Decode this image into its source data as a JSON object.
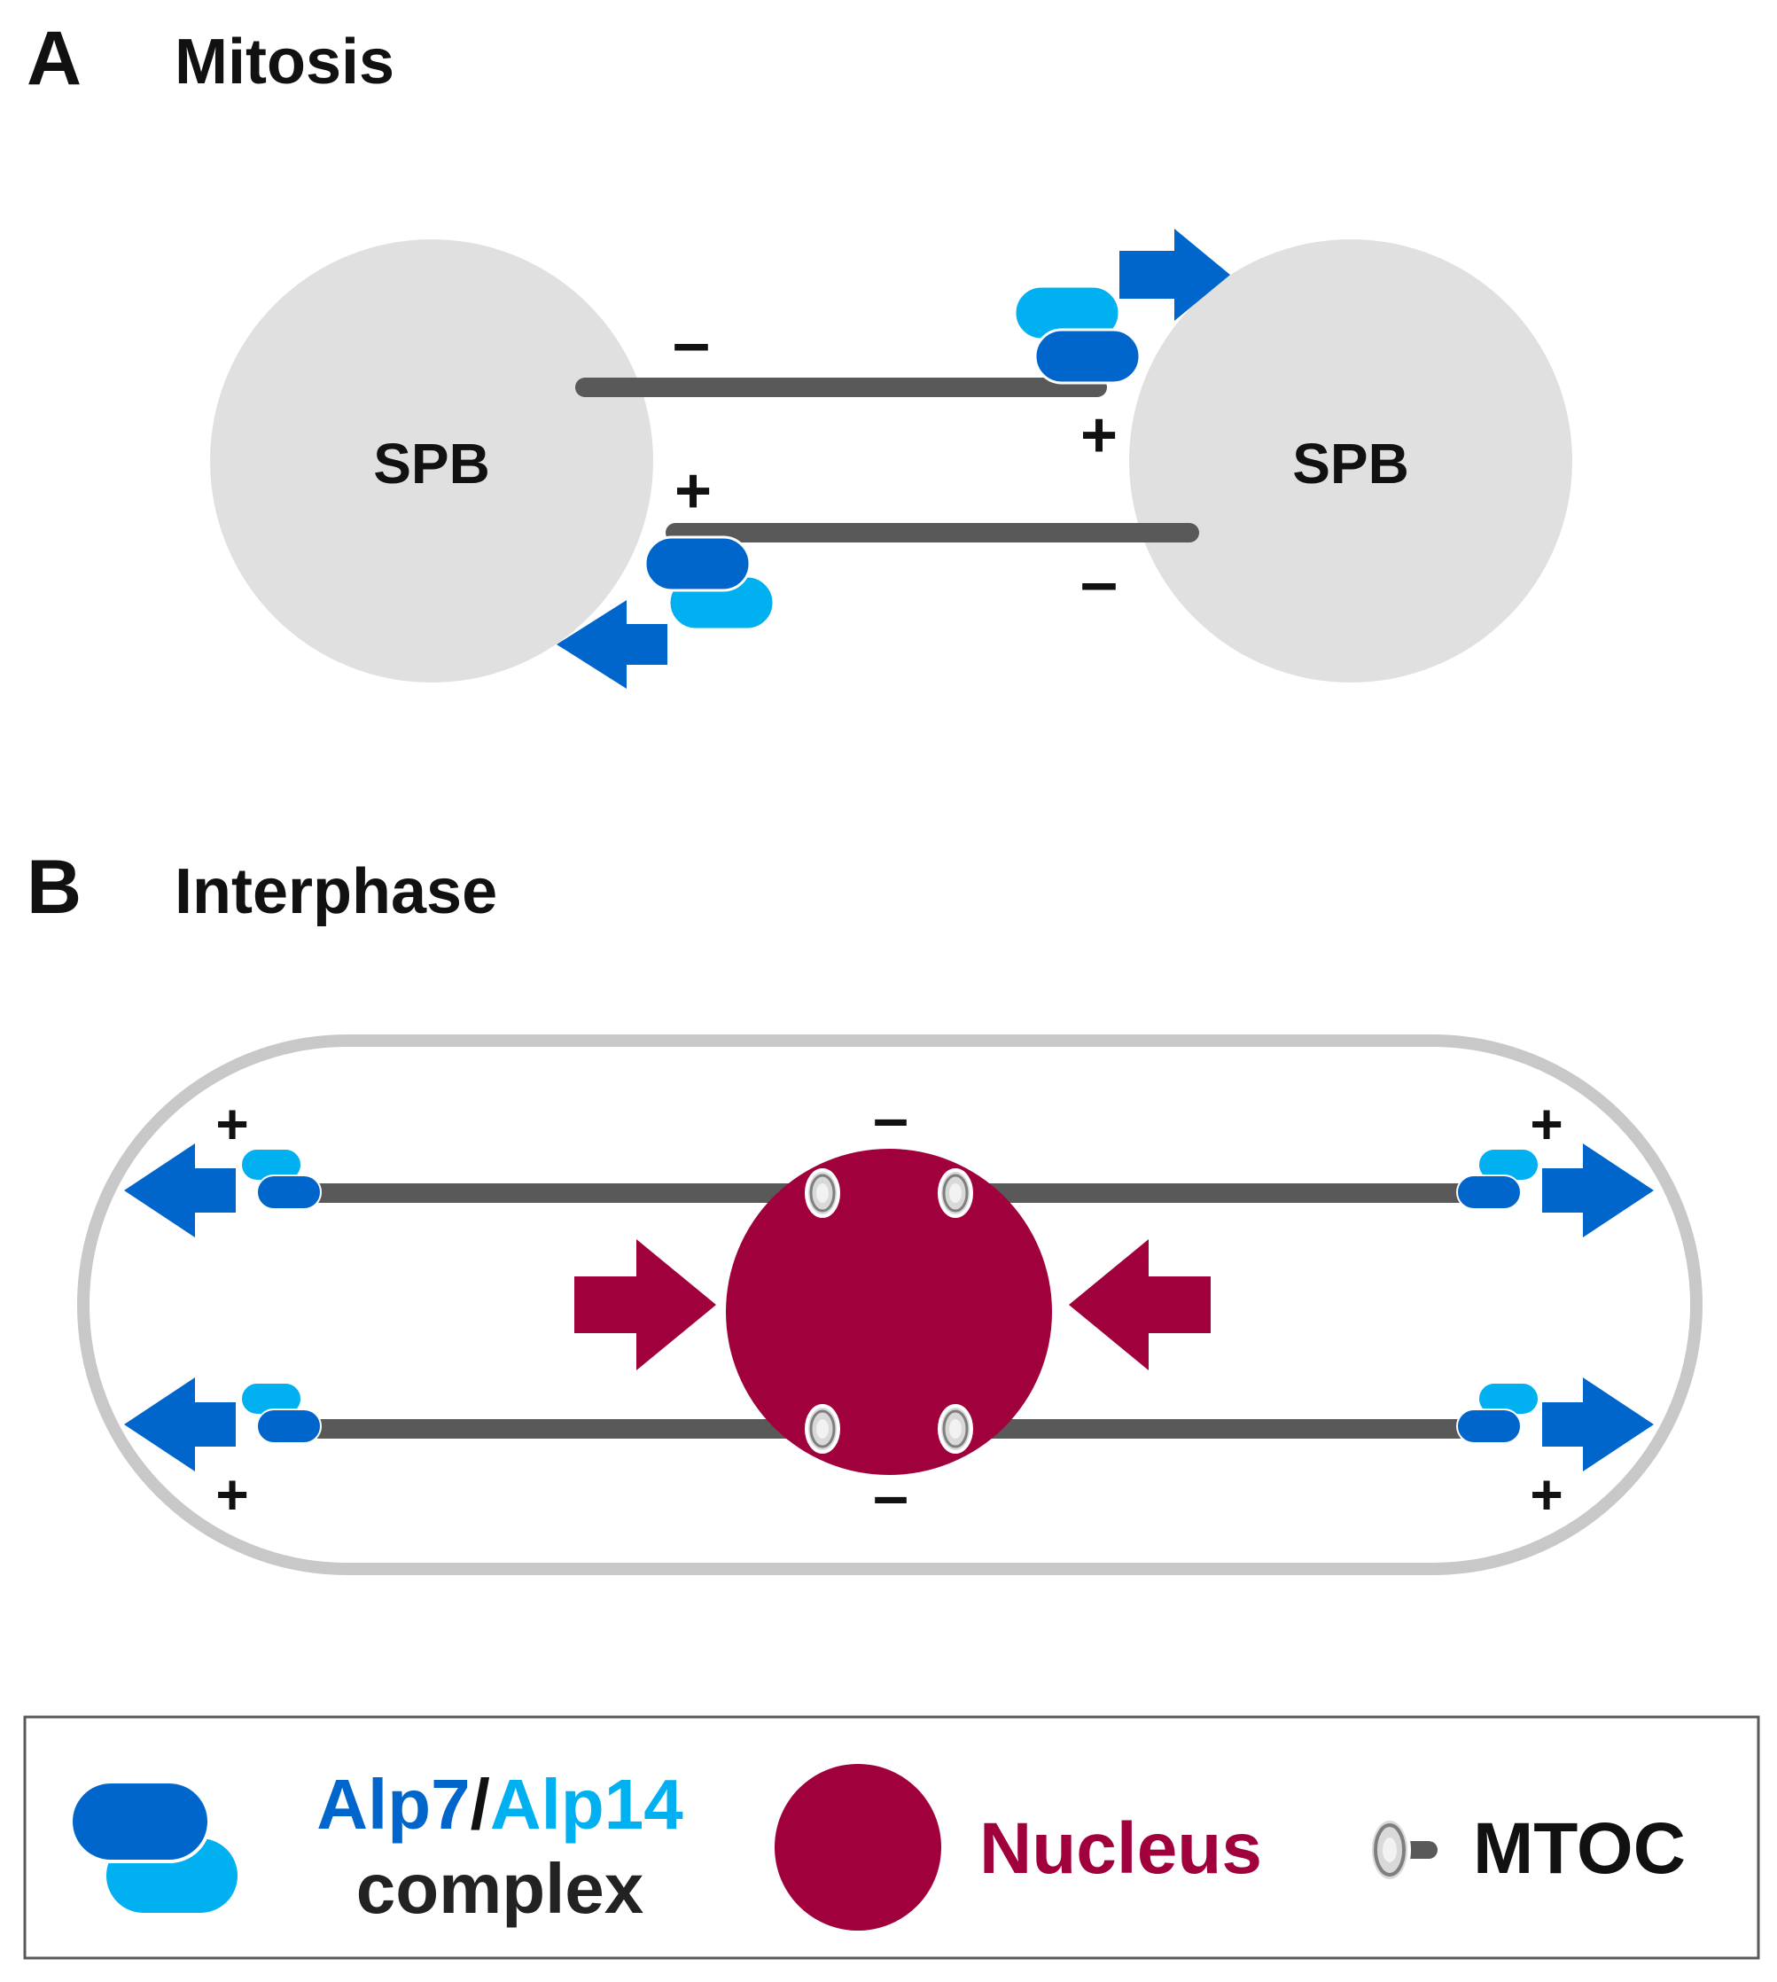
{
  "panel_a": {
    "letter": "A",
    "title": "Mitosis",
    "spb_left_label": "SPB",
    "spb_right_label": "SPB",
    "upper_mt_minus": "–",
    "upper_mt_plus": "+",
    "lower_mt_plus": "+",
    "lower_mt_minus": "–"
  },
  "panel_b": {
    "letter": "B",
    "title": "Interphase",
    "top_left_plus": "+",
    "bottom_left_plus": "+",
    "top_right_plus": "+",
    "bottom_right_plus": "+",
    "top_minus": "–",
    "bottom_minus": "–"
  },
  "legend": {
    "alp7_label": "Alp7",
    "separator": "/",
    "alp14_label": "Alp14",
    "complex_label": "complex",
    "nucleus_label": "Nucleus",
    "mtoc_label": "MTOC"
  },
  "colors": {
    "alp7": "#0066cc",
    "alp14": "#00b0f0",
    "nucleus": "#a0003c",
    "microtubule": "#595959",
    "spb": "#e0e0e0",
    "cell_outline": "#c8c8c8",
    "text": "#111111"
  }
}
